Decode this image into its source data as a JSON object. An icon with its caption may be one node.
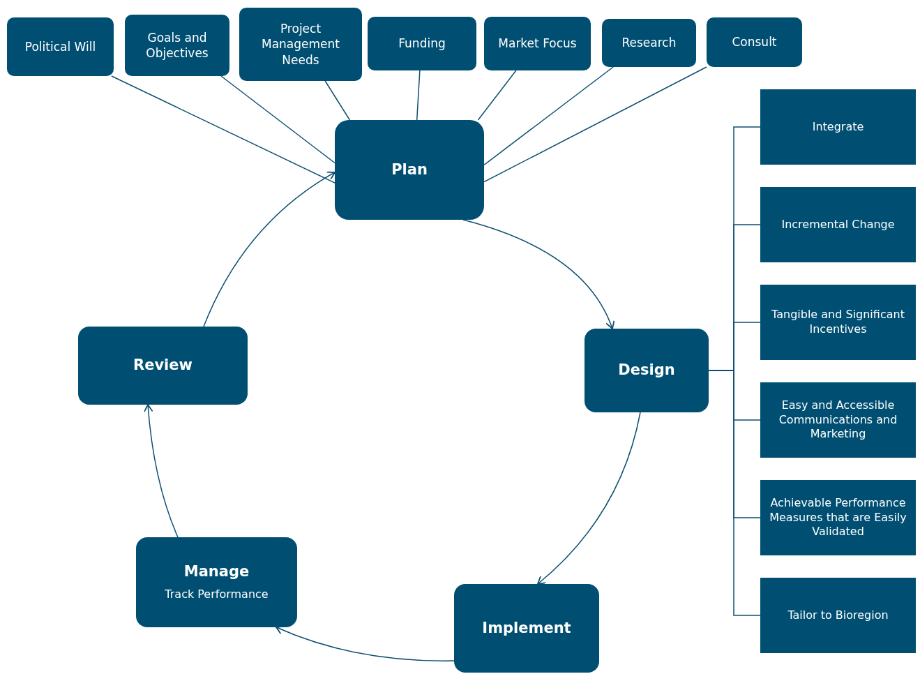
{
  "diagram": {
    "nodes": [
      {
        "text": [
          "Political Will"
        ]
      },
      {
        "text": [
          "Goals and Objectives"
        ]
      },
      {
        "text": [
          "Project Management Needs"
        ]
      },
      {
        "text": [
          "Funding"
        ]
      },
      {
        "text": [
          "Market Focus"
        ]
      },
      {
        "text": [
          "Research"
        ]
      },
      {
        "text": [
          "Consult"
        ]
      },
      {
        "text": [
          "Plan"
        ]
      },
      {
        "text": [
          "Design"
        ]
      },
      {
        "text": [
          "Implement"
        ]
      },
      {
        "text": [
          "Manage",
          "Track Performance"
        ]
      },
      {
        "text": [
          "Review"
        ]
      },
      {
        "text": [
          "Integrate"
        ]
      },
      {
        "text": [
          "Incremental Change"
        ]
      },
      {
        "text": [
          "Tangible and Significant Incentives"
        ]
      },
      {
        "text": [
          "Easy and Accessible Communications and Marketing"
        ]
      },
      {
        "text": [
          "Achievable Performance Measures that are Easily Validated"
        ]
      },
      {
        "text": [
          "Tailor to Bioregion"
        ]
      }
    ],
    "edges": [
      {
        "from": 0,
        "to": 7,
        "arrow": "none"
      },
      {
        "from": 1,
        "to": 7,
        "arrow": "none"
      },
      {
        "from": 2,
        "to": 7,
        "arrow": "none"
      },
      {
        "from": 3,
        "to": 7,
        "arrow": "none"
      },
      {
        "from": 4,
        "to": 7,
        "arrow": "none"
      },
      {
        "from": 5,
        "to": 7,
        "arrow": "none"
      },
      {
        "from": 6,
        "to": 7,
        "arrow": "none"
      },
      {
        "from": 7,
        "to": 8,
        "arrow": "to"
      },
      {
        "from": 8,
        "to": 9,
        "arrow": "to"
      },
      {
        "from": 9,
        "to": 10,
        "arrow": "to"
      },
      {
        "from": 10,
        "to": 11,
        "arrow": "to"
      },
      {
        "from": 11,
        "to": 7,
        "arrow": "to"
      },
      {
        "from": 8,
        "to": 12,
        "arrow": "none"
      },
      {
        "from": 8,
        "to": 13,
        "arrow": "none"
      },
      {
        "from": 8,
        "to": 14,
        "arrow": "none"
      },
      {
        "from": 8,
        "to": 15,
        "arrow": "none"
      },
      {
        "from": 8,
        "to": 16,
        "arrow": "none"
      },
      {
        "from": 8,
        "to": 17,
        "arrow": "none"
      }
    ]
  }
}
